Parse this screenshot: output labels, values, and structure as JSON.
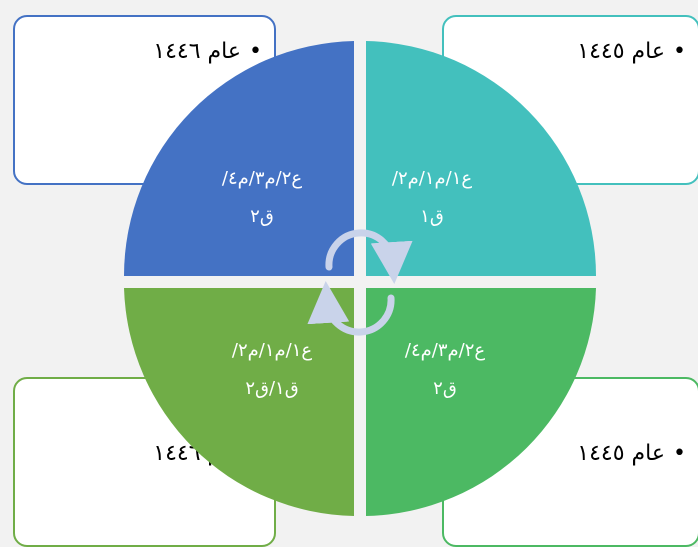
{
  "boxes": {
    "top_left": {
      "text": "عام ١٤٤٦"
    },
    "top_right": {
      "text": "عام ١٤٤٥"
    },
    "bottom_left": {
      "text": "عام ١٤٤٦"
    },
    "bottom_right": {
      "text": "عام ١٤٤٥"
    }
  },
  "segments": {
    "top_left": {
      "line1": "ع٢/م٣/م٤/",
      "line2": "ق٢",
      "color": "#4472c4"
    },
    "top_right": {
      "line1": "ع١/م١/م٢/",
      "line2": "ق١",
      "color": "#43c0bd"
    },
    "bottom_left": {
      "line1": "ع١/م١/م٢/",
      "line2": "ق١/ق٢",
      "color": "#70ad47"
    },
    "bottom_right": {
      "line1": "ع٢/م٣/م٤/",
      "line2": "ق٢",
      "color": "#4cb963"
    }
  },
  "colors": {
    "arrows": "#c9d3ea",
    "background": "#f2f2f2"
  },
  "bullet": "•"
}
